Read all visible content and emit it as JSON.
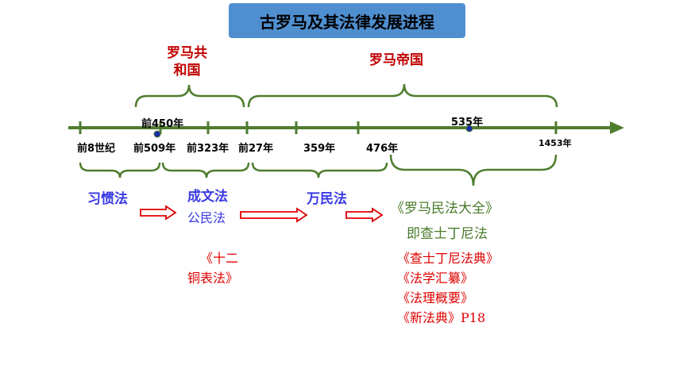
{
  "title": "古罗马及其法律发展进程",
  "periods": {
    "republic": "罗马共\n和国",
    "empire": "罗马帝国"
  },
  "timeline": {
    "above": [
      "前450年",
      "535年"
    ],
    "below": [
      "前8世纪",
      "前509年",
      "前323年",
      "前27年",
      "359年",
      "476年",
      "1453年"
    ]
  },
  "laws": {
    "custom": "习惯法",
    "written": "成文法",
    "citizen": "公民法",
    "gentium": "万民法"
  },
  "corpus": {
    "name": "《罗马民法大全》",
    "aka": "即查士丁尼法"
  },
  "twelve_tables": "《十二\n铜表法》",
  "works": [
    "《查士丁尼法典》",
    "《法学汇纂》",
    "《法理概要》",
    "《新法典》P18"
  ],
  "colors": {
    "title_bg": "#4f8fd0",
    "timeline": "#4f7d2f",
    "period_text": "#c00000",
    "law_blue": "#3a3ae6",
    "arrow_red": "#e00000"
  }
}
